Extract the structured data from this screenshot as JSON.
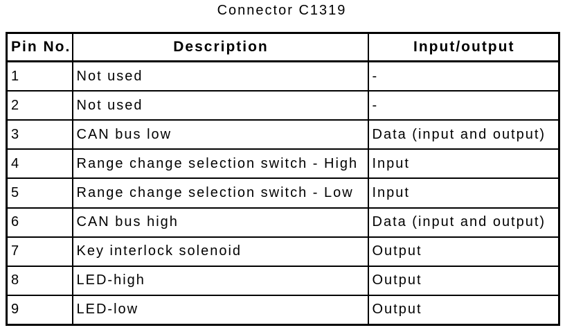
{
  "page": {
    "title": "Connector C1319"
  },
  "colors": {
    "background": "#ffffff",
    "text": "#000000",
    "border": "#000000"
  },
  "table": {
    "headers": [
      "Pin No.",
      "Description",
      "Input/output"
    ],
    "rows": [
      {
        "pin": "1",
        "description": "Not used",
        "io": "-"
      },
      {
        "pin": "2",
        "description": "Not used",
        "io": "-"
      },
      {
        "pin": "3",
        "description": "CAN bus low",
        "io": "Data (input and output)"
      },
      {
        "pin": "4",
        "description": "Range change selection switch - High",
        "io": "Input"
      },
      {
        "pin": "5",
        "description": "Range change selection switch - Low",
        "io": "Input"
      },
      {
        "pin": "6",
        "description": "CAN bus high",
        "io": "Data (input and output)"
      },
      {
        "pin": "7",
        "description": "Key interlock solenoid",
        "io": "Output"
      },
      {
        "pin": "8",
        "description": "LED-high",
        "io": "Output"
      },
      {
        "pin": "9",
        "description": "LED-low",
        "io": "Output"
      }
    ]
  }
}
